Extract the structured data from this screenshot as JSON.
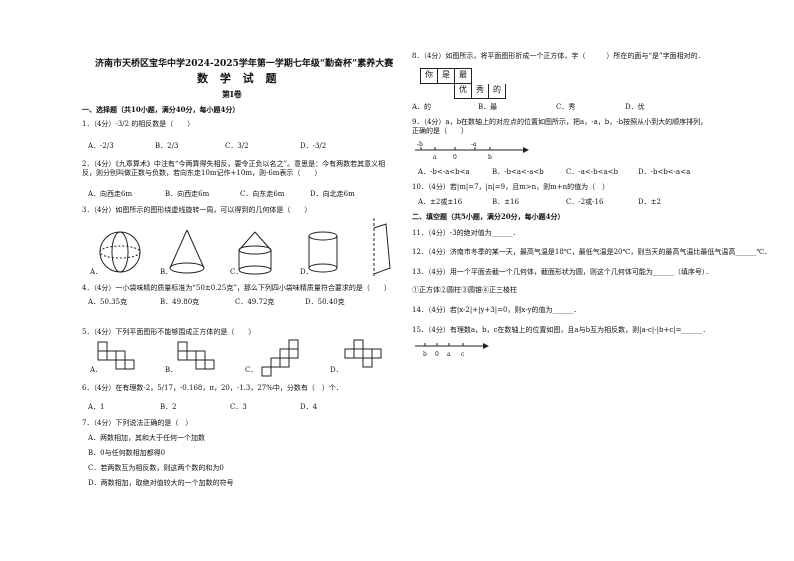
{
  "header": {
    "title": "济南市天桥区宝华中学2024-2025学年第一学期七年级“勤奋杯”素养大赛",
    "subject": "数 学 试 题",
    "volume": "第Ⅰ卷"
  },
  "section1": {
    "heading": "一、选择题（共10小题，满分40分，每小题4分）",
    "q1": {
      "stem": "1．（4分）-3/2 的相反数是（　　）",
      "A": "A．-2/3",
      "B": "B．2/3",
      "C": "C．3/2",
      "D": "D．-3/2"
    },
    "q2": {
      "stem": "2．（4分）《九章算术》中注有“今两算得失相反，要令正负以名之”。意思是：今有两数若其意义相反，则分别叫做正数与负数，若向东走10m记作+10m，则-6m表示（　　）",
      "A": "A．向西走6m",
      "B": "B．向西走6m",
      "C": "C．向东走6m",
      "D": "D．向北走6m"
    },
    "q3": {
      "stem": "3．（4分）如图所示的图形绕虚线旋转一周，可以得到的几何体是（　　）",
      "A": "A．",
      "B": "B．",
      "C": "C．",
      "D": "D．"
    },
    "q4": {
      "stem": "4．（4分）一小袋味精的质量标准为“50±0.25克”，那么下列四小袋味精质量符合要求的是（　　）",
      "A": "A．50.35克",
      "B": "B．49.80克",
      "C": "C．49.72克",
      "D": "D．50.40克"
    },
    "q5": {
      "stem": "5．（4分）下列平面图形不能够围成正方体的是（　　）",
      "A": "A．",
      "B": "B．",
      "C": "C．",
      "D": "D．"
    },
    "q6": {
      "stem": "6．（4分）在有理数-2，5/17，-0.168，π，20，-1.3，27%中，分数有（　）个．",
      "A": "A．1",
      "B": "B．2",
      "C": "C．3",
      "D": "D．4"
    },
    "q7": {
      "stem": "7．（4分）下列说法正确的是（　）",
      "A": "A．两数相加，其和大于任何一个加数",
      "B": "B．0与任何数相加都得0",
      "C": "C．若两数互为相反数，则这两个数的和为0",
      "D": "D．两数相加，取绝对值较大的一个加数的符号"
    }
  },
  "right": {
    "q8": {
      "stem": "8．（4分）如图所示，将平面图形折成一个正方体，字（　　　）所在的面与“是”字面相对的．",
      "grid_row1": [
        "你",
        "是",
        "最"
      ],
      "grid_row2": [
        "优",
        "秀",
        "的"
      ],
      "A": "A．的",
      "B": "B．最",
      "C": "C．秀",
      "D": "D．优"
    },
    "q9": {
      "stem": "9．（4分）a，b在数轴上的对应点的位置如图所示，把a，-a，b，-b按照从小到大的顺序排列，正确的是（　　）",
      "axis_labels": [
        "-b",
        "a",
        "0",
        "-a",
        "b"
      ],
      "A": "A．-b<-a<b<a",
      "B": "B．-b<a<-a<b",
      "C": "C．-a<-b<a<b",
      "D": "D．-b<b<-a<a"
    },
    "q10": {
      "stem": "10．（4分）若|m|=7，|n|=9，且m>n，则m+n的值为（　）",
      "A": "A．±2或±16",
      "B": "B．±16",
      "C": "C．-2或-16",
      "D": "D．±2"
    },
    "section2": "二、填空题（共5小题，满分20分，每小题4分）",
    "q11": "11．（4分）-3的绝对值为______．",
    "q12": "12．（4分）济南市冬季的某一天，最高气温是18℃，最低气温是20℃，则当天的最高气温比最低气温高______℃．",
    "q13": "13．（4分）用一个平面去截一个几何体，截面形状为圆，则这个几何体可能为______（填序号）．",
    "q13_options": "①正方体②圆柱③圆锥④正三棱柱",
    "q14": "14．（4分）若|x-2|+|y+3|=0，则x-y的值为______．",
    "q15": "15．（4分）有理数a，b，c在数轴上的位置如图，且a与b互为相反数，则|a-c|-|b+c|=______．",
    "q15_axis": [
      "b",
      "0",
      "a",
      "c"
    ]
  }
}
